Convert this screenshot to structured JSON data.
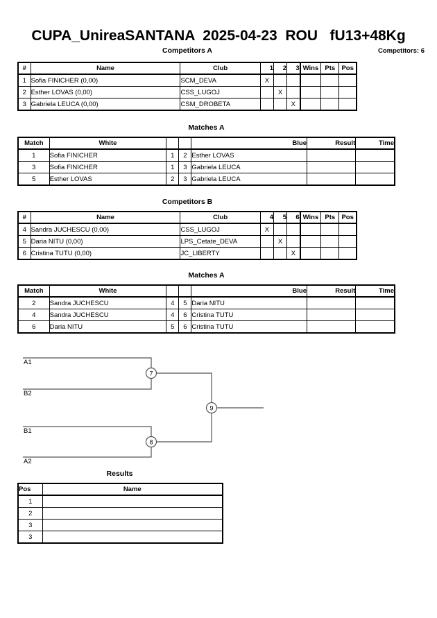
{
  "header": {
    "title": "CUPA_UnireaSANTANA  2025-04-23  ROU   fU13+48Kg",
    "competitors_count": "Competitors: 6"
  },
  "sections": {
    "competitors_a_title": "Competitors A",
    "matches_a_title": "Matches A",
    "competitors_b_title": "Competitors B",
    "matches_b_title": "Matches A",
    "results_title": "Results"
  },
  "competitors_a": {
    "columns": [
      "#",
      "Name",
      "Club",
      "1",
      "2",
      "3",
      "Wins",
      "Pts",
      "Pos"
    ],
    "rows": [
      {
        "num": "1",
        "name": "Sofia FINICHER  (0,00)",
        "club": "SCM_DEVA",
        "c1": "X",
        "c2": "",
        "c3": "",
        "wins": "",
        "pts": "",
        "pos": ""
      },
      {
        "num": "2",
        "name": "Esther LOVAS  (0,00)",
        "club": "CSS_LUGOJ",
        "c1": "",
        "c2": "X",
        "c3": "",
        "wins": "",
        "pts": "",
        "pos": ""
      },
      {
        "num": "3",
        "name": "Gabriela LEUCA  (0,00)",
        "club": "CSM_DROBETA",
        "c1": "",
        "c2": "",
        "c3": "X",
        "wins": "",
        "pts": "",
        "pos": ""
      }
    ]
  },
  "matches_a": {
    "columns": [
      "Match",
      "White",
      "",
      "",
      "Blue",
      "Result",
      "Time"
    ],
    "rows": [
      {
        "match": "1",
        "white": "Sofia FINICHER",
        "white_num": "1",
        "blue_num": "2",
        "blue": "Esther LOVAS",
        "result": "",
        "time": ""
      },
      {
        "match": "3",
        "white": "Sofia FINICHER",
        "white_num": "1",
        "blue_num": "3",
        "blue": "Gabriela LEUCA",
        "result": "",
        "time": ""
      },
      {
        "match": "5",
        "white": "Esther LOVAS",
        "white_num": "2",
        "blue_num": "3",
        "blue": "Gabriela LEUCA",
        "result": "",
        "time": ""
      }
    ]
  },
  "competitors_b": {
    "columns": [
      "#",
      "Name",
      "Club",
      "4",
      "5",
      "6",
      "Wins",
      "Pts",
      "Pos"
    ],
    "rows": [
      {
        "num": "4",
        "name": "Sandra JUCHESCU  (0,00)",
        "club": "CSS_LUGOJ",
        "c1": "X",
        "c2": "",
        "c3": "",
        "wins": "",
        "pts": "",
        "pos": ""
      },
      {
        "num": "5",
        "name": "Daria NITU  (0,00)",
        "club": "LPS_Cetate_DEVA",
        "c1": "",
        "c2": "X",
        "c3": "",
        "wins": "",
        "pts": "",
        "pos": ""
      },
      {
        "num": "6",
        "name": "Cristina TUTU  (0,00)",
        "club": "JC_LIBERTY",
        "c1": "",
        "c2": "",
        "c3": "X",
        "wins": "",
        "pts": "",
        "pos": ""
      }
    ]
  },
  "matches_b": {
    "columns": [
      "Match",
      "White",
      "",
      "",
      "Blue",
      "Result",
      "Time"
    ],
    "rows": [
      {
        "match": "2",
        "white": "Sandra JUCHESCU",
        "white_num": "4",
        "blue_num": "5",
        "blue": "Daria NITU",
        "result": "",
        "time": ""
      },
      {
        "match": "4",
        "white": "Sandra JUCHESCU",
        "white_num": "4",
        "blue_num": "6",
        "blue": "Cristina TUTU",
        "result": "",
        "time": ""
      },
      {
        "match": "6",
        "white": "Daria NITU",
        "white_num": "5",
        "blue_num": "6",
        "blue": "Cristina TUTU",
        "result": "",
        "time": ""
      }
    ]
  },
  "bracket": {
    "seeds": [
      "A1",
      "B2",
      "B1",
      "A2"
    ],
    "nodes": [
      "7",
      "8",
      "9"
    ]
  },
  "results": {
    "columns": [
      "Pos",
      "Name"
    ],
    "rows": [
      {
        "pos": "1",
        "name": ""
      },
      {
        "pos": "2",
        "name": ""
      },
      {
        "pos": "3",
        "name": ""
      },
      {
        "pos": "3",
        "name": ""
      }
    ]
  }
}
